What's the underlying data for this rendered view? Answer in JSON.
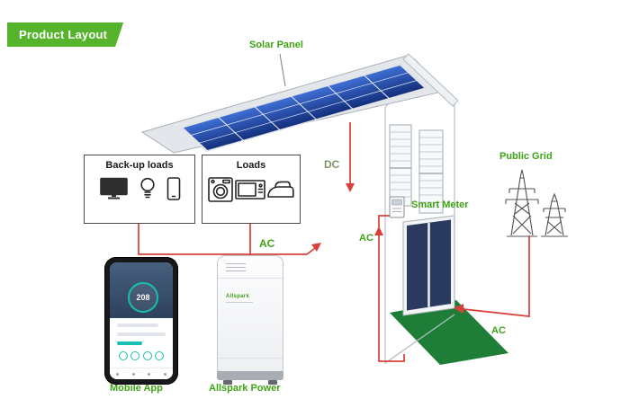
{
  "badge": {
    "label": "Product Layout"
  },
  "labels": {
    "solar_panel": "Solar Panel",
    "dc": "DC",
    "ac_inverter": "AC",
    "ac_meter": "AC",
    "ac_grid": "AC",
    "smart_meter": "Smart Meter",
    "public_grid": "Public Grid",
    "mobile_app": "Mobile App",
    "allspark_power": "Allspark Power"
  },
  "boxes": {
    "backup_loads": {
      "title": "Back-up loads",
      "icons": [
        "monitor-icon",
        "bulb-icon",
        "smartphone-icon"
      ]
    },
    "loads": {
      "title": "Loads",
      "icons": [
        "washing-machine-icon",
        "microwave-icon",
        "iron-icon"
      ]
    }
  },
  "phone": {
    "gauge_value": "208"
  },
  "battery": {
    "brand": "Allspark"
  },
  "colors": {
    "accent_green": "#56b42c",
    "label_green": "#3ca313",
    "wire_red": "#d9403a",
    "panel_blue_dark": "#122e7a",
    "panel_blue_light": "#3f6fd6",
    "grass_green": "#1e7e37",
    "tower_gray": "#4f5357"
  }
}
